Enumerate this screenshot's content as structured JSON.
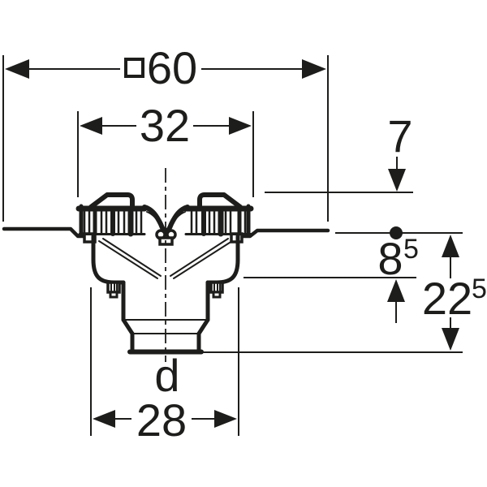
{
  "colors": {
    "line": "#1d1d1b",
    "background": "#ffffff"
  },
  "dimensions": {
    "outer_square_width": {
      "symbol": "□",
      "value": "60"
    },
    "grate_width": {
      "value": "32"
    },
    "collar_height": {
      "value": "7"
    },
    "flange_depth": {
      "value": "8",
      "superscript": "5"
    },
    "total_depth": {
      "value": "22",
      "superscript": "5"
    },
    "body_width": {
      "value": "28"
    },
    "outlet_label": {
      "value": "d"
    }
  }
}
